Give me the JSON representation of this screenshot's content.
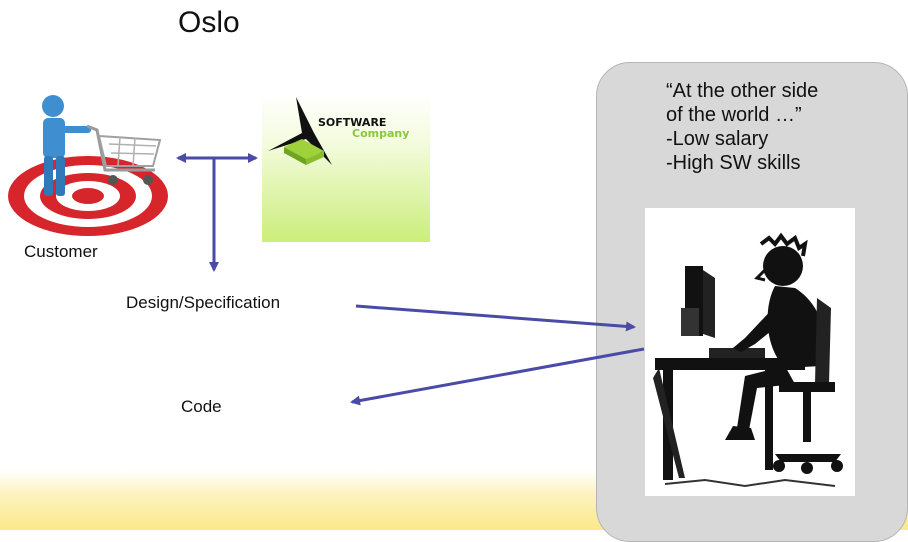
{
  "title": "Oslo",
  "customer_label": "Customer",
  "company_logo": {
    "line1": "SOFTWARE",
    "line2": "Company"
  },
  "design_label": "Design/Specification",
  "code_label": "Code",
  "callout": {
    "lines": [
      "“At the other side",
      "of the world …”",
      "-Low salary",
      "-High SW skills"
    ]
  },
  "colors": {
    "arrow": "#4a4aa8",
    "callout_bg": "#d8d8d8",
    "logo_green": "#cbee7a",
    "target_red": "#d7262b",
    "person_blue": "#3f8fd0",
    "bottom_band": "#fbe98a"
  },
  "icons": [
    "customer-shopping-icon",
    "software-company-logo",
    "developer-at-desk-icon"
  ]
}
